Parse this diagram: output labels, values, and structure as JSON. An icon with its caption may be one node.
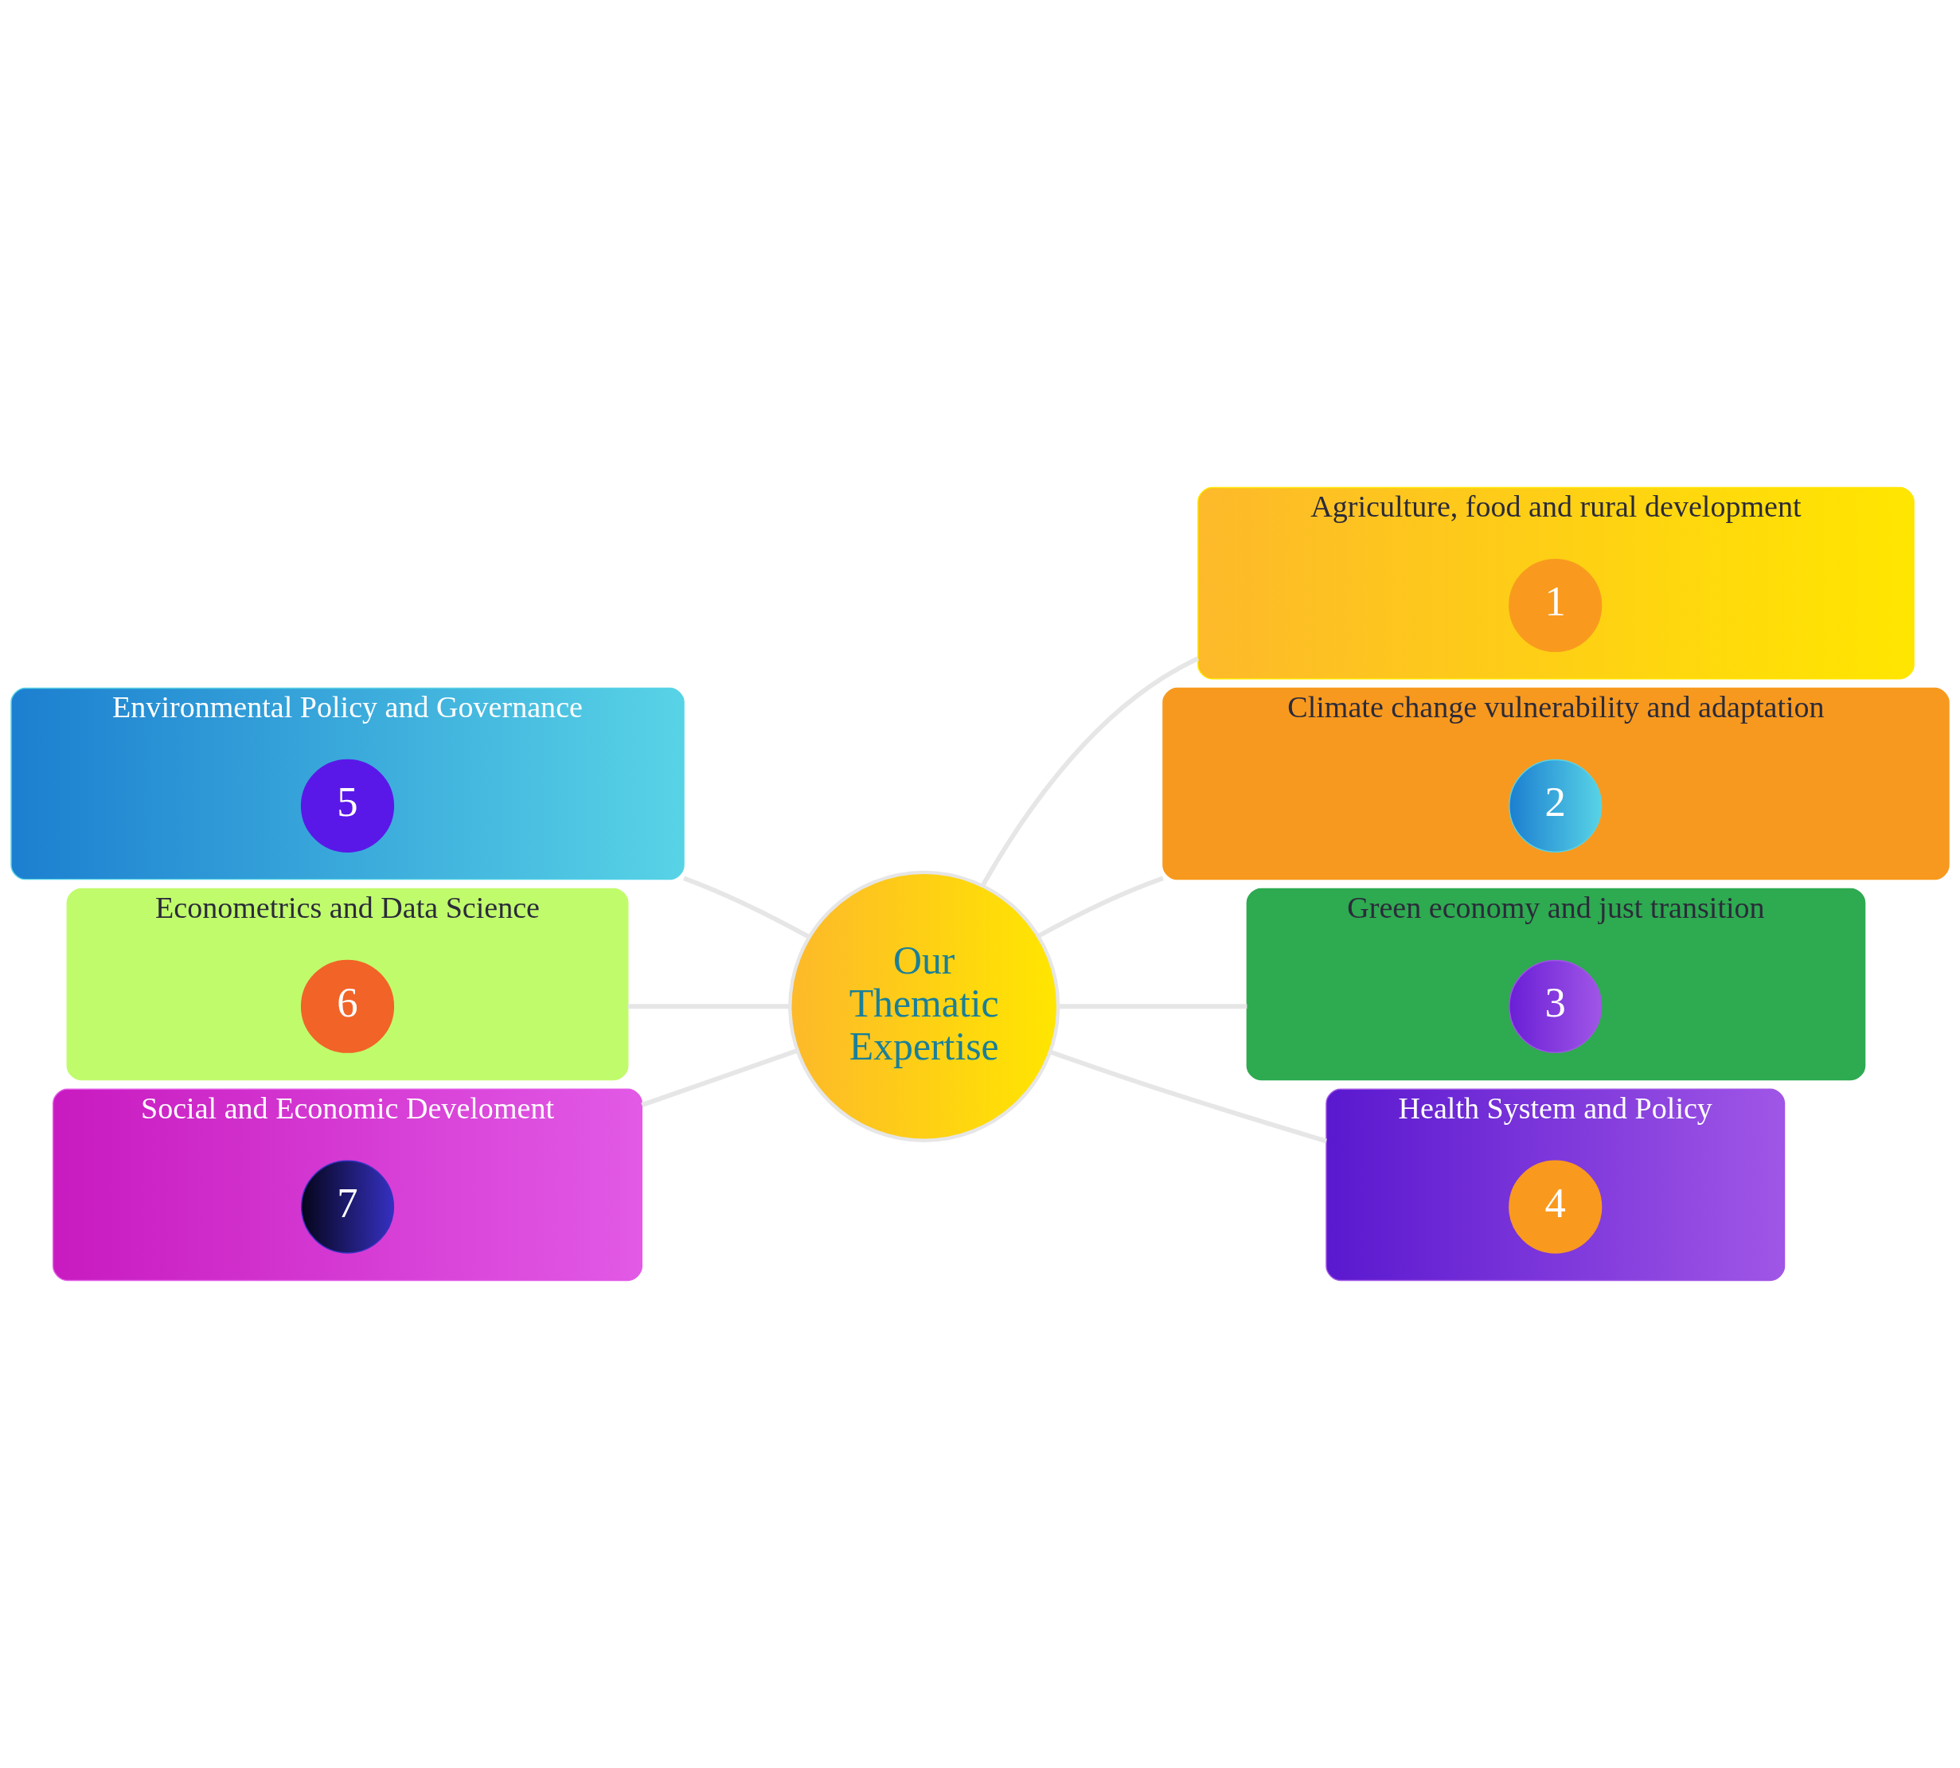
{
  "diagram": {
    "nodes": [
      {
        "text": [
          "Our Thematic Expertise"
        ]
      },
      {
        "text": [
          "Agriculture, food and rural development"
        ]
      },
      {
        "text": [
          "1"
        ],
        "in": 1
      },
      {
        "text": [
          "Climate change vulnerability and adaptation"
        ]
      },
      {
        "text": [
          "2"
        ],
        "in": 3
      },
      {
        "text": [
          "Green economy and just transition"
        ]
      },
      {
        "text": [
          "3"
        ],
        "in": 5
      },
      {
        "text": [
          "Health System and Policy"
        ]
      },
      {
        "text": [
          "4"
        ],
        "in": 7
      },
      {
        "text": [
          "Environmental Policy and Governance"
        ]
      },
      {
        "text": [
          "5"
        ],
        "in": 9
      },
      {
        "text": [
          "Econometrics and Data Science"
        ]
      },
      {
        "text": [
          "6"
        ],
        "in": 11
      },
      {
        "text": [
          "Social and Economic Develoment"
        ]
      },
      {
        "text": [
          "7"
        ],
        "in": 13
      }
    ],
    "edges": [
      {
        "from": 0,
        "to": 1,
        "arrow": "none"
      },
      {
        "from": 0,
        "to": 3,
        "arrow": "none"
      },
      {
        "from": 0,
        "to": 5,
        "arrow": "none"
      },
      {
        "from": 0,
        "to": 7,
        "arrow": "none"
      },
      {
        "from": 0,
        "to": 9,
        "arrow": "none"
      },
      {
        "from": 0,
        "to": 11,
        "arrow": "none"
      },
      {
        "from": 0,
        "to": 13,
        "arrow": "none"
      }
    ]
  }
}
